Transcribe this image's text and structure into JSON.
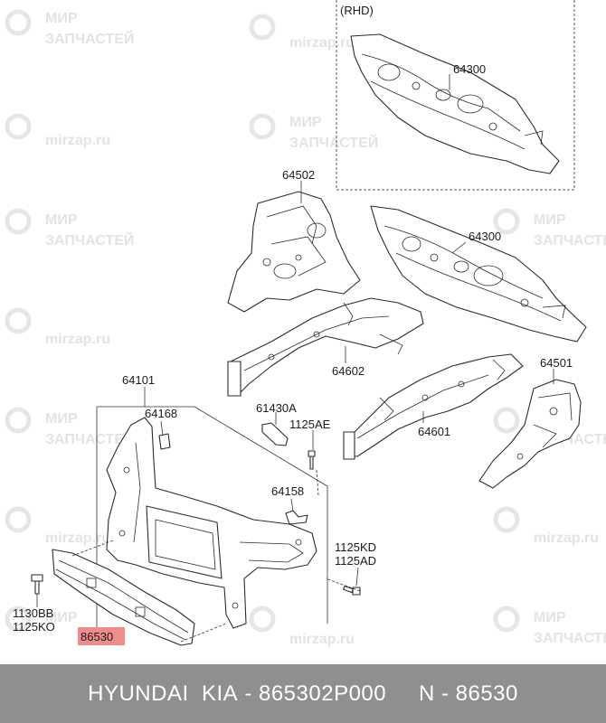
{
  "watermark": {
    "line1": "МИР",
    "line2": "ЗАПЧАСТЕЙ",
    "url": "mirzap.ru"
  },
  "inset": {
    "label": "(RHD)"
  },
  "labels": {
    "p64300_rhd": "64300",
    "p64502": "64502",
    "p64300": "64300",
    "p64602": "64602",
    "p64501": "64501",
    "p64101": "64101",
    "p64168": "64168",
    "p61430a": "61430A",
    "p1125ae": "1125AE",
    "p64601": "64601",
    "p64158": "64158",
    "p1125kd": "1125KD",
    "p1125ad": "1125AD",
    "p1130bb": "1130BB",
    "p1125ko": "1125KO",
    "p86530": "86530"
  },
  "footer": {
    "brand": "HYUNDAI  KIA",
    "sep": " - ",
    "part_number": "865302P000",
    "gap": "     ",
    "ref": "N - 86530"
  },
  "colors": {
    "highlight": "#f28b8b",
    "footer_bg": "#8f8f8f"
  }
}
